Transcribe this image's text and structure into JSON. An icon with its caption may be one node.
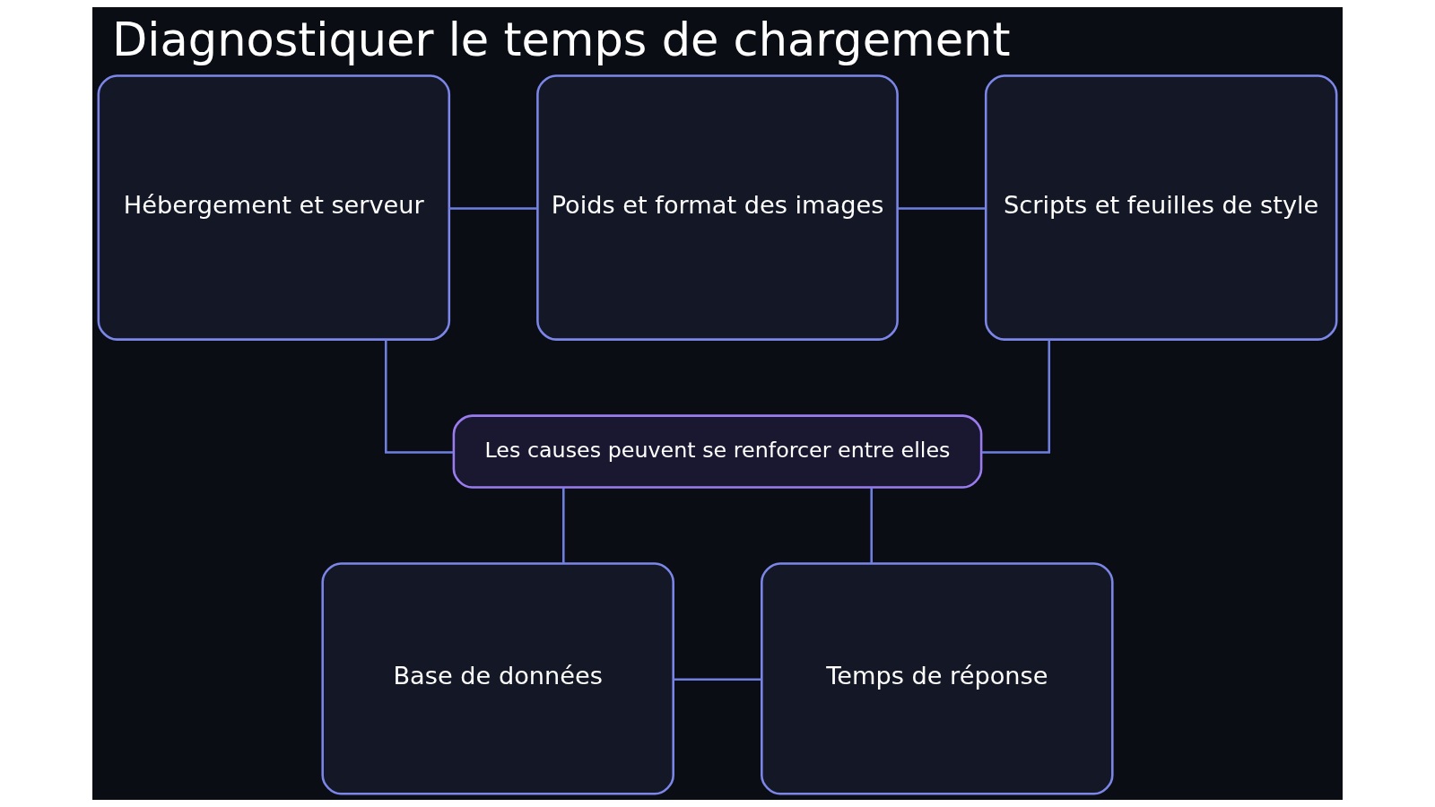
{
  "diagram": {
    "title": "Diagnostiquer le temps de chargement",
    "nodes": [
      {
        "text": [
          "Hébergement et serveur"
        ]
      },
      {
        "text": [
          "Poids et format des images"
        ]
      },
      {
        "text": [
          "Scripts et feuilles de style"
        ]
      },
      {
        "text": [
          "Les causes peuvent se renforcer entre elles"
        ]
      },
      {
        "text": [
          "Base de données"
        ]
      },
      {
        "text": [
          "Temps de réponse"
        ]
      }
    ],
    "edges": [
      {
        "from": 0,
        "to": 1,
        "arrow": "none"
      },
      {
        "from": 1,
        "to": 2,
        "arrow": "none"
      },
      {
        "from": 0,
        "to": 3,
        "arrow": "none"
      },
      {
        "from": 2,
        "to": 3,
        "arrow": "none"
      },
      {
        "from": 3,
        "to": 4,
        "arrow": "none"
      },
      {
        "from": 3,
        "to": 5,
        "arrow": "none"
      },
      {
        "from": 4,
        "to": 5,
        "arrow": "none"
      }
    ]
  }
}
